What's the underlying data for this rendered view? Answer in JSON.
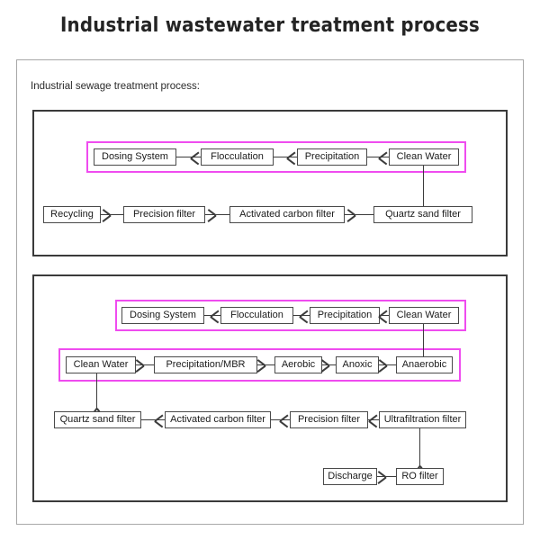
{
  "page": {
    "title": "Industrial wastewater treatment process",
    "caption": "Industrial sewage treatment process:",
    "accent_highlight_color": "#ef4cef",
    "node_border_color": "#4a4a4a",
    "section_border_color": "#3a3a3a",
    "outer_border_color": "#a8a8a8"
  },
  "diagram": {
    "type": "flowchart",
    "sections": [
      {
        "id": "section-1",
        "name": "recycling-process",
        "rows": [
          {
            "id": "s1-row1",
            "direction": "left-to-right",
            "highlighted": true,
            "nodes": [
              "Dosing System",
              "Flocculation",
              "Precipitation",
              "Clean Water"
            ]
          },
          {
            "id": "s1-row2",
            "direction": "right-to-left",
            "highlighted": false,
            "nodes": [
              "Quartz sand filter",
              "Activated carbon filter",
              "Precision filter",
              "Recycling"
            ]
          }
        ],
        "vertical_links": [
          {
            "from": "Clean Water",
            "to": "Quartz sand filter"
          }
        ]
      },
      {
        "id": "section-2",
        "name": "discharge-process",
        "rows": [
          {
            "id": "s2-row1",
            "direction": "left-to-right",
            "highlighted": true,
            "nodes": [
              "Dosing System",
              "Flocculation",
              "Precipitation",
              "Clean Water"
            ]
          },
          {
            "id": "s2-row2",
            "direction": "right-to-left",
            "highlighted": true,
            "nodes": [
              "Anaerobic",
              "Anoxic",
              "Aerobic",
              "Precipitation/MBR",
              "Clean Water"
            ]
          },
          {
            "id": "s2-row3",
            "direction": "left-to-right",
            "highlighted": false,
            "nodes": [
              "Quartz sand filter",
              "Activated carbon filter",
              "Precision filter",
              "Ultrafiltration filter"
            ]
          },
          {
            "id": "s2-row4",
            "direction": "right-to-left",
            "highlighted": false,
            "nodes": [
              "RO filter",
              "Discharge"
            ]
          }
        ],
        "vertical_links": [
          {
            "from": "Clean Water",
            "to": "Anaerobic"
          },
          {
            "from": "Clean Water",
            "to": "Quartz sand filter"
          },
          {
            "from": "Ultrafiltration filter",
            "to": "RO filter"
          }
        ]
      }
    ],
    "labels": {
      "s1_r1_n0": "Dosing System",
      "s1_r1_n1": "Flocculation",
      "s1_r1_n2": "Precipitation",
      "s1_r1_n3": "Clean Water",
      "s1_r2_n0": "Recycling",
      "s1_r2_n1": "Precision filter",
      "s1_r2_n2": "Activated carbon filter",
      "s1_r2_n3": "Quartz sand filter",
      "s2_r1_n0": "Dosing System",
      "s2_r1_n1": "Flocculation",
      "s2_r1_n2": "Precipitation",
      "s2_r1_n3": "Clean Water",
      "s2_r2_n0": "Clean Water",
      "s2_r2_n1": "Precipitation/MBR",
      "s2_r2_n2": "Aerobic",
      "s2_r2_n3": "Anoxic",
      "s2_r2_n4": "Anaerobic",
      "s2_r3_n0": "Quartz sand filter",
      "s2_r3_n1": "Activated carbon filter",
      "s2_r3_n2": "Precision filter",
      "s2_r3_n3": "Ultrafiltration filter",
      "s2_r4_n0": "Discharge",
      "s2_r4_n1": "RO filter"
    }
  }
}
